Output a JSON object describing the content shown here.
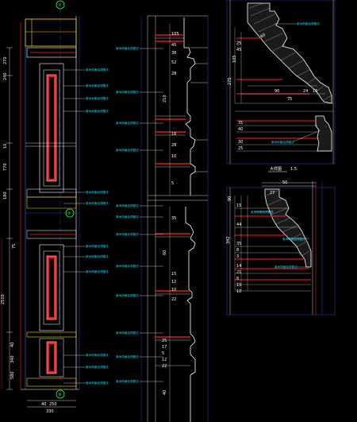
{
  "drawing": {
    "palette": {
      "background": "#000000",
      "outline": "#ffffff",
      "grid_blue": "#2b3fb0",
      "accent_red": "#ff2020",
      "label_cyan": "#00e5ff",
      "section_yellow": "#ffd400",
      "marker_green": "#20ff40"
    },
    "grid_markers": [
      "①",
      "②",
      "③"
    ],
    "left_elevation": {
      "dimensions_left": [
        "270",
        "240",
        "10",
        "770",
        "180",
        "75",
        "2510",
        "40",
        "340",
        "580"
      ],
      "dimensions_bottom": [
        "40",
        "250",
        "330"
      ]
    },
    "callouts": {
      "material_label": "某木饰面油漆做法",
      "left_column": [
        "某木饰面油漆做法",
        "某木饰面油漆做法",
        "某木饰面油漆做法",
        "某木饰面油漆做法",
        "某木饰面油漆做法",
        "某木饰面油漆做法",
        "某木饰面油漆做法",
        "某木饰面油漆做法",
        "某木饰面油漆做法",
        "某木饰面油漆做法",
        "某木饰面油漆做法",
        "某木饰面油漆做法"
      ],
      "middle_column": [
        "某木饰面油漆做法",
        "某木饰面油漆做法",
        "某木饰面油漆做法",
        "某木饰面油漆做法",
        "某木饰面油漆做法",
        "某木饰面油漆做法",
        "某木饰面油漆做法",
        "某木饰面油漆做法",
        "某木饰面油漆做法",
        "某木饰面油漆做法",
        "某木饰面油漆做法",
        "某木饰面油漆做法"
      ]
    },
    "section_column": {
      "dimensions": [
        "105",
        "45",
        "38",
        "52",
        "28",
        "210",
        "16",
        "28",
        "10",
        "5",
        "35",
        "60",
        "15",
        "12",
        "10",
        "22",
        "25",
        "17",
        "5",
        "12",
        "22",
        "40"
      ]
    },
    "top_detail": {
      "title": "大样图",
      "scale": "1:5",
      "dimensions": [
        "60",
        "25",
        "45",
        "90",
        "24",
        "10",
        "75",
        "275",
        "105",
        "35",
        "40",
        "30",
        "25"
      ]
    },
    "bottom_detail": {
      "dimensions": [
        "50",
        "27",
        "90",
        "15",
        "44",
        "35",
        "8",
        "3",
        "14",
        "21",
        "8",
        "15",
        "10",
        "342"
      ]
    }
  }
}
